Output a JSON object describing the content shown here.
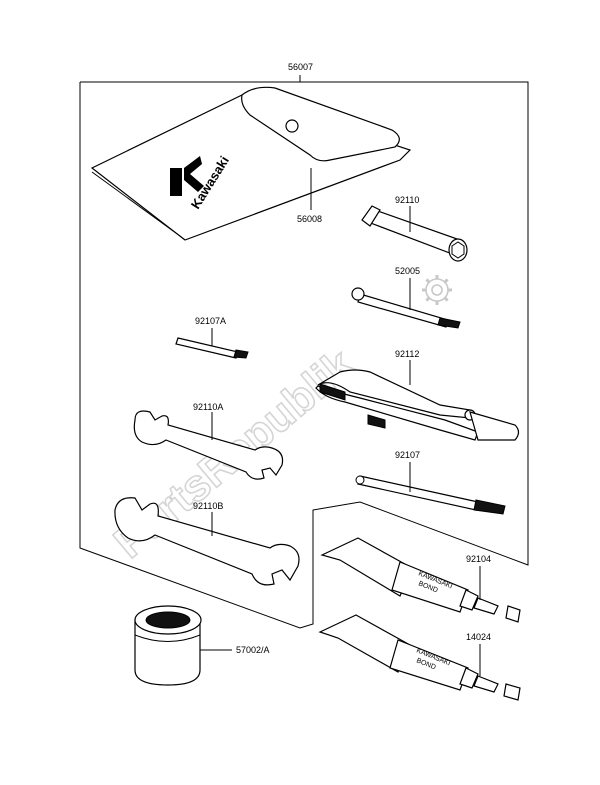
{
  "labels": {
    "p56007": "56007",
    "p56008": "56008",
    "p92110": "92110",
    "p52005": "52005",
    "p92107A": "92107A",
    "p92112": "92112",
    "p92110A": "92110A",
    "p92107": "92107",
    "p92110B": "92110B",
    "p92104": "92104",
    "p14024": "14024",
    "p57002A": "57002/A"
  },
  "pouch_brand": "Kawasaki",
  "tube_texts": {
    "tube1_line1": "KAWASAKI",
    "tube1_line2": "BOND",
    "tube2_line1": "KAWASAKI",
    "tube2_line2": "BOND"
  },
  "watermark": "PartsRepublik"
}
